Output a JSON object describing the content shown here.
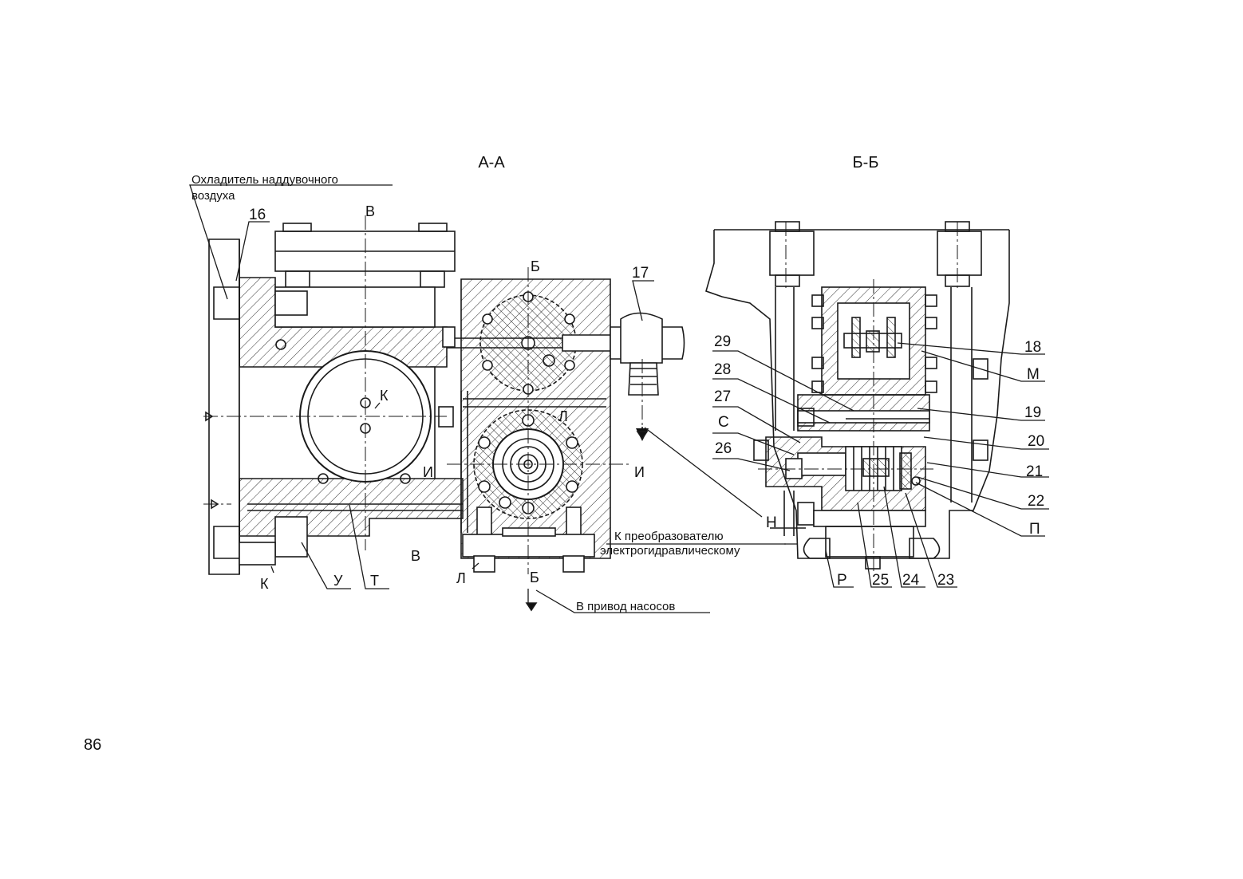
{
  "titles": {
    "section_aa": "А-А",
    "section_bb": "Б-Б"
  },
  "notes": {
    "cooler_line1": "Охладитель наддувочного",
    "cooler_line2": "воздуха",
    "to_converter_line1": "К преобразователю",
    "to_converter_line2": "электрогидравлическому",
    "to_pump_drive": "В привод насосов"
  },
  "callouts_aa": {
    "c16": "16",
    "c17": "17",
    "B_top": "В",
    "B_bottom": "В",
    "Bsec_top": "Б",
    "Bsec_bottom": "Б",
    "K_center": "К",
    "K_bottom": "К",
    "L_right": "Л",
    "L_bottom": "Л",
    "I_left": "И",
    "I_right": "И",
    "U": "У",
    "T": "Т"
  },
  "callouts_bb": {
    "c18": "18",
    "M": "М",
    "c19": "19",
    "c20": "20",
    "c21": "21",
    "c22": "22",
    "P": "П",
    "c23": "23",
    "c24": "24",
    "c25": "25",
    "R": "Р",
    "N": "Н",
    "c26": "26",
    "S": "С",
    "c27": "27",
    "c28": "28",
    "c29": "29"
  },
  "page_number": "86",
  "colors": {
    "line": "#1a1a1a",
    "paper": "#ffffff"
  }
}
